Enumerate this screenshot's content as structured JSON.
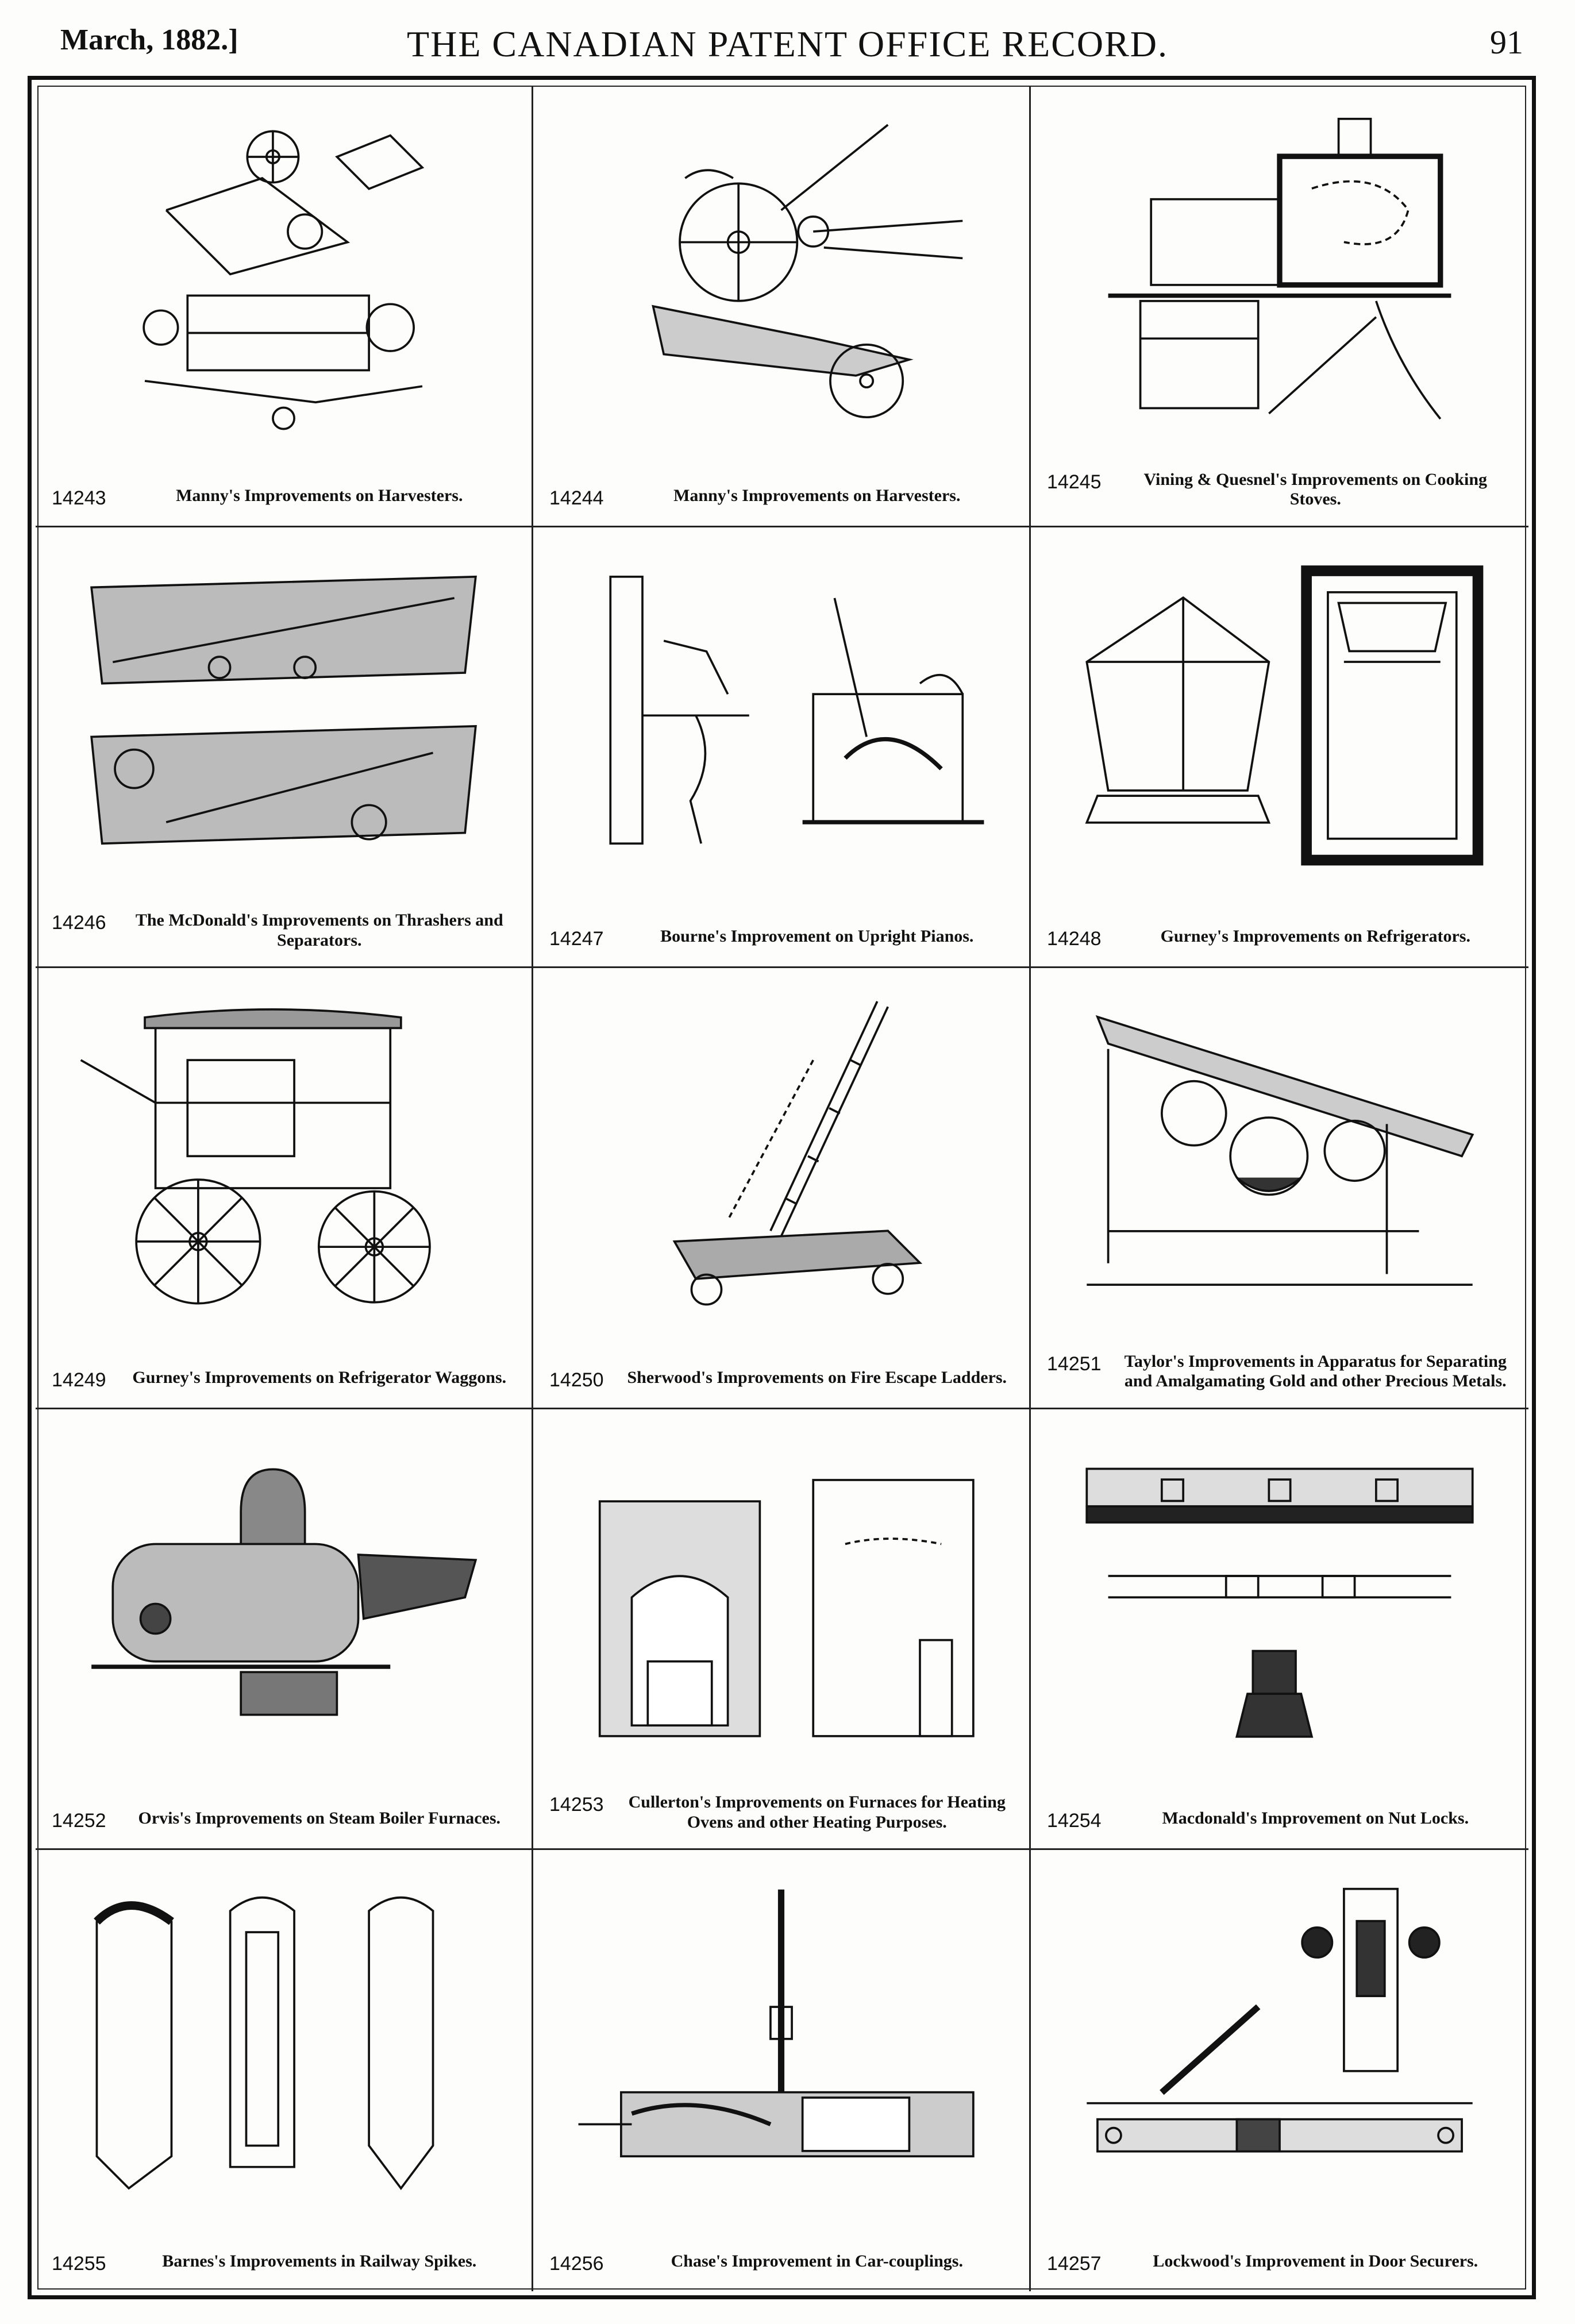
{
  "header": {
    "date": "March, 1882.]",
    "title": "THE CANADIAN PATENT OFFICE RECORD.",
    "page_number": "91"
  },
  "patents": [
    {
      "number": "14243",
      "caption": "Manny's Improvements on Harvesters."
    },
    {
      "number": "14244",
      "caption": "Manny's Improvements on Harvesters."
    },
    {
      "number": "14245",
      "caption": "Vining & Quesnel's Improvements on Cooking Stoves."
    },
    {
      "number": "14246",
      "caption": "The McDonald's Improvements on Thrashers and Separators."
    },
    {
      "number": "14247",
      "caption": "Bourne's Improvement on Upright Pianos."
    },
    {
      "number": "14248",
      "caption": "Gurney's Improvements on Refrigerators."
    },
    {
      "number": "14249",
      "caption": "Gurney's Improvements on Refrigerator Waggons."
    },
    {
      "number": "14250",
      "caption": "Sherwood's Improvements on Fire Escape Ladders."
    },
    {
      "number": "14251",
      "caption": "Taylor's Improvements in Apparatus for Separating and Amalgamating Gold and other Precious Metals."
    },
    {
      "number": "14252",
      "caption": "Orvis's Improvements on Steam Boiler Furnaces."
    },
    {
      "number": "14253",
      "caption": "Cullerton's Improvements on Furnaces for Heating Ovens and other Heating Purposes."
    },
    {
      "number": "14254",
      "caption": "Macdonald's Improvement on Nut Locks."
    },
    {
      "number": "14255",
      "caption": "Barnes's Improvements in Railway Spikes."
    },
    {
      "number": "14256",
      "caption": "Chase's Improvement in Car-couplings."
    },
    {
      "number": "14257",
      "caption": "Lockwood's Improvement in Door Securers."
    }
  ]
}
